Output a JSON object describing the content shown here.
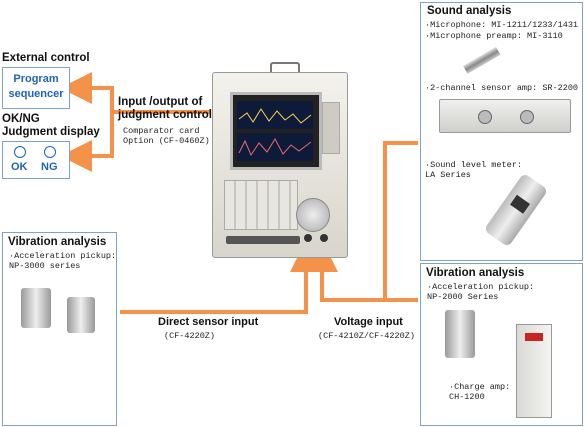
{
  "external_control": {
    "heading": "External control",
    "box_label_line1": "Program",
    "box_label_line2": "sequencer"
  },
  "judgment": {
    "heading_line1": "OK/NG",
    "heading_line2": "Judgment display",
    "ok": "OK",
    "ng": "NG"
  },
  "io_control": {
    "heading_line1": "Input /output of",
    "heading_line2": "judgment control",
    "sub_line1": "Comparator card",
    "sub_line2": "Option (CF-0460Z)"
  },
  "sound_analysis": {
    "heading": "Sound analysis",
    "microphone": "·Microphone: MI-1211/1233/1431",
    "preamp": "·Microphone preamp: MI-3110",
    "sensor_amp": "·2-channel sensor amp: SR-2200",
    "level_meter_line1": "·Sound level meter:",
    "level_meter_line2": "LA Series"
  },
  "vibration_left": {
    "heading": "Vibration analysis",
    "sub_line1": "·Acceleration pickup:",
    "sub_line2": "NP-3000 series"
  },
  "vibration_right": {
    "heading": "Vibration analysis",
    "sub_line1": "·Acceleration pickup:",
    "sub_line2": "NP-2000 Series",
    "charge_amp_line1": "·Charge amp:",
    "charge_amp_line2": "CH-1200"
  },
  "direct_sensor": {
    "heading": "Direct sensor input",
    "sub": "(CF-4220Z)"
  },
  "voltage_input": {
    "heading": "Voltage input",
    "sub": "(CF-4210Z/CF-4220Z)"
  },
  "colors": {
    "arrow": "#f5924a",
    "panel_border": "#7fa3c7",
    "accent_blue": "#1f63b5"
  },
  "icons": [
    "analyzer-device",
    "microphone",
    "sensor-amp",
    "sound-level-meter",
    "accelerometer",
    "charge-amp"
  ]
}
